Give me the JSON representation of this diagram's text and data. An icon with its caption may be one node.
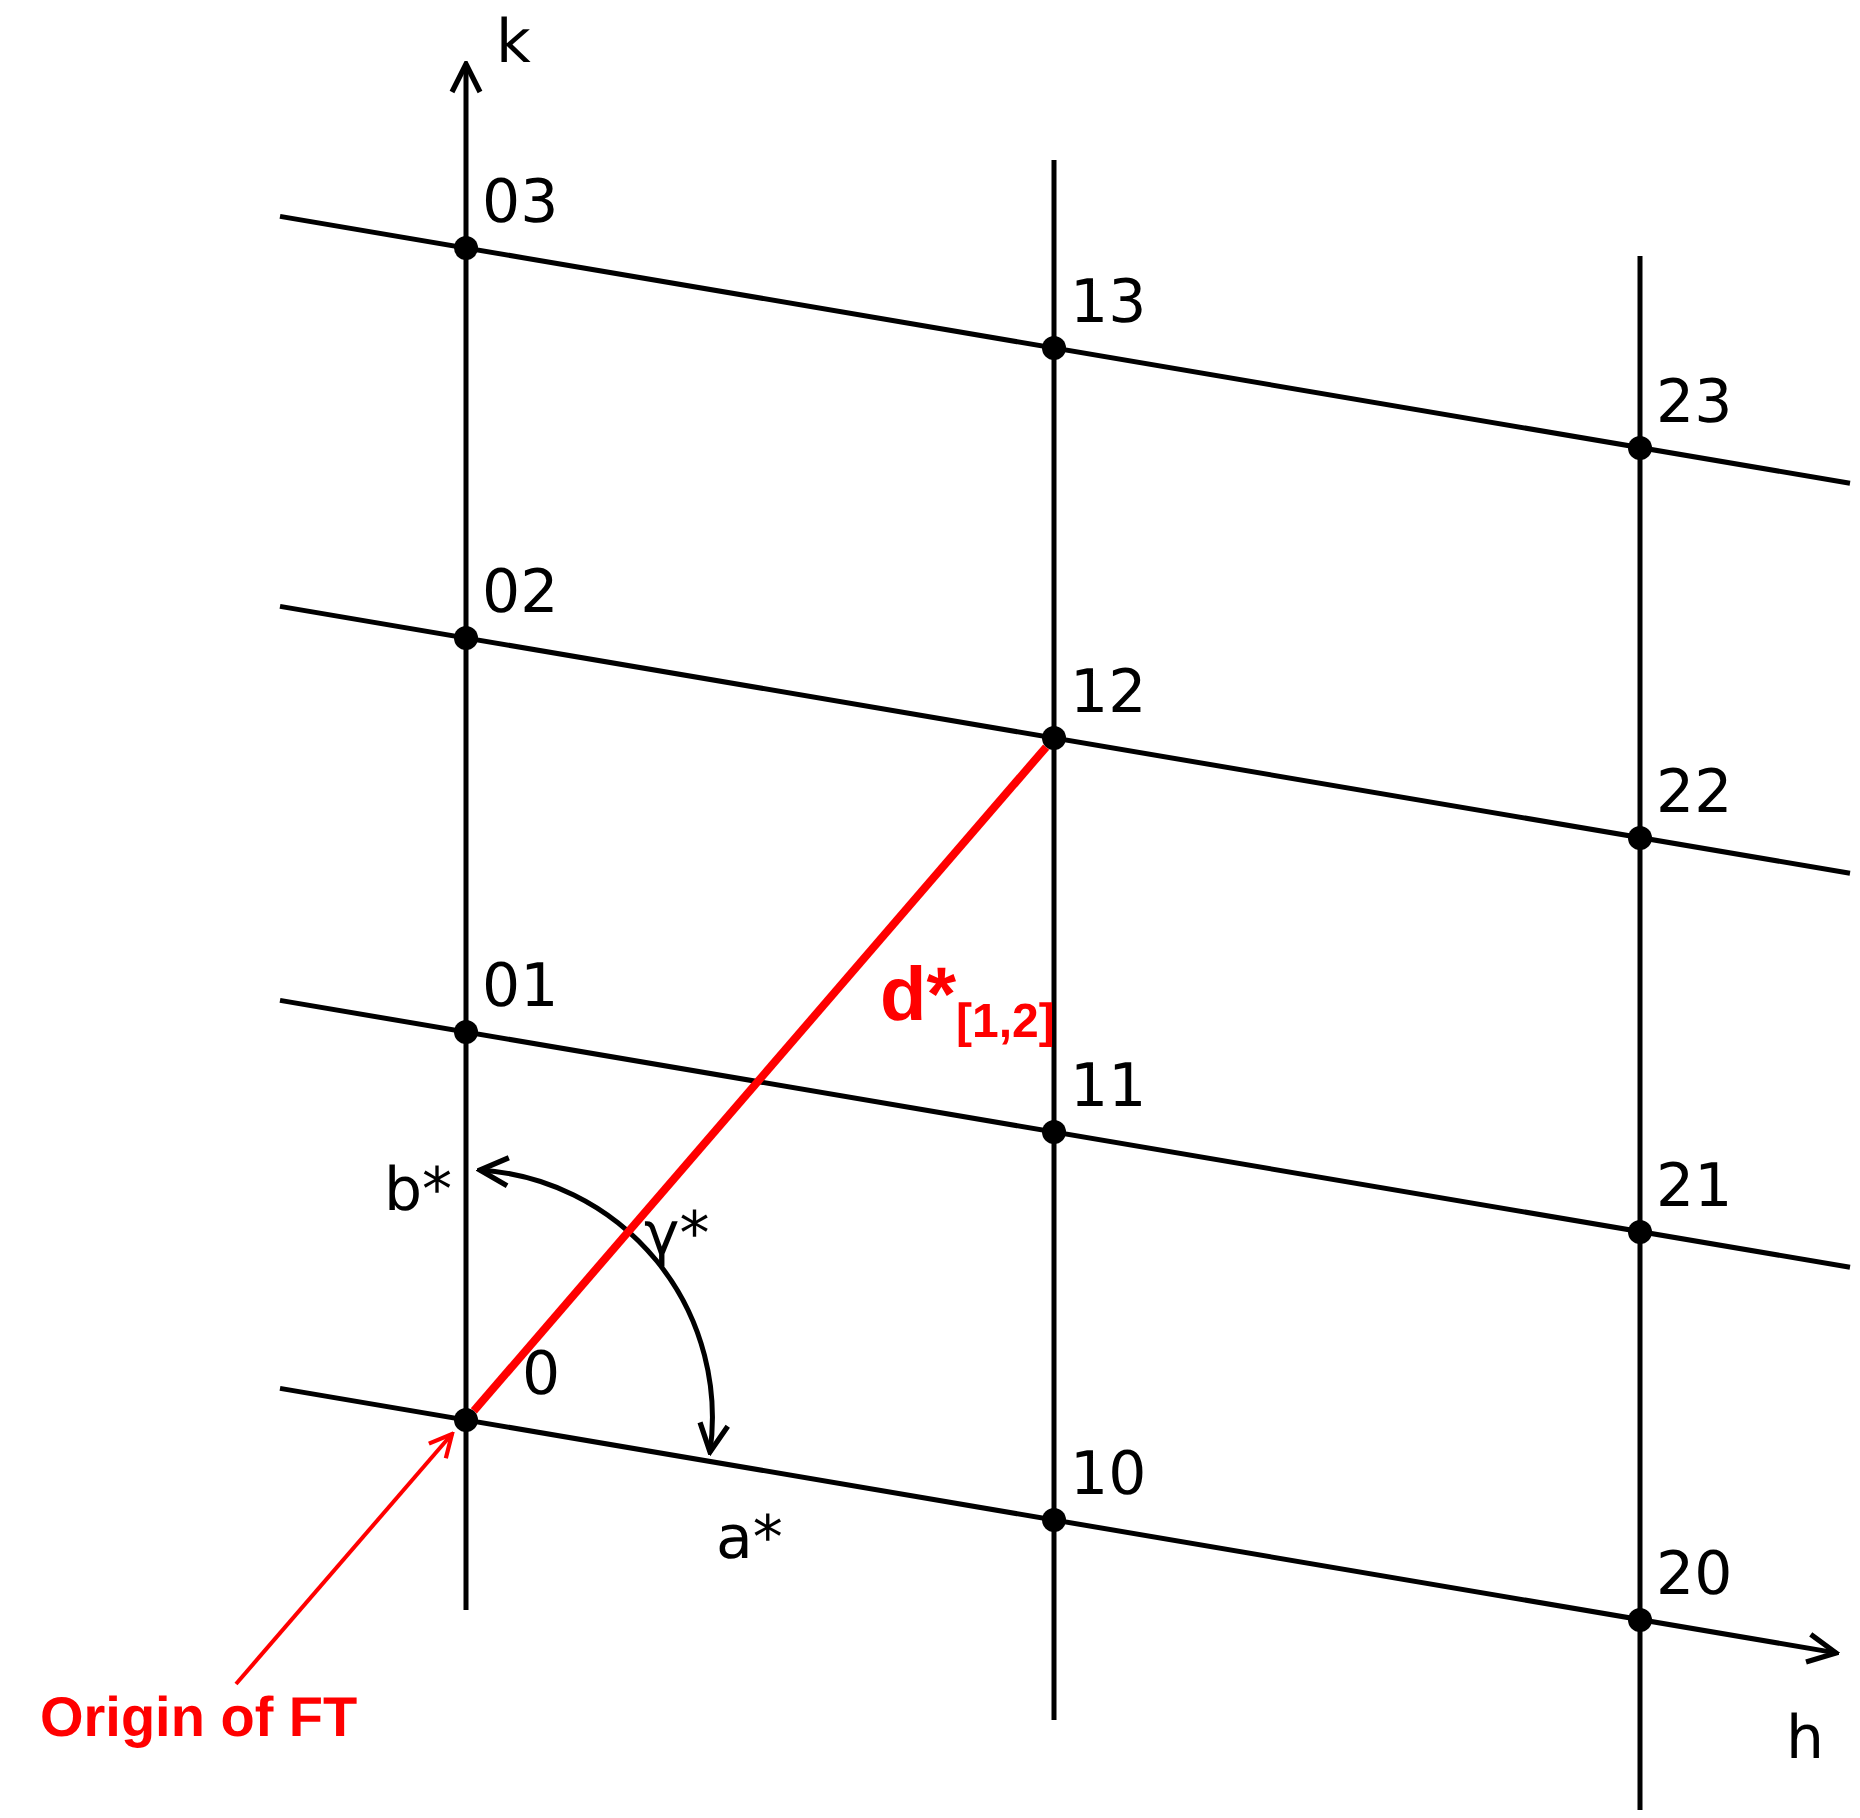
{
  "diagram": {
    "nodes": [
      {
        "text": [
          "03"
        ]
      },
      {
        "text": [
          "13"
        ]
      },
      {
        "text": [
          "23"
        ]
      },
      {
        "text": [
          "02"
        ]
      },
      {
        "text": [
          "12"
        ]
      },
      {
        "text": [
          "22"
        ]
      },
      {
        "text": [
          "01"
        ]
      },
      {
        "text": [
          "11"
        ]
      },
      {
        "text": [
          "21"
        ]
      },
      {
        "text": [
          "0"
        ]
      },
      {
        "text": [
          "10"
        ]
      },
      {
        "text": [
          "20"
        ]
      },
      {
        "text": [
          "Origin of FT"
        ]
      }
    ],
    "edges": [
      {
        "from": 9,
        "to": 4,
        "arrow": "none",
        "label": "d*$_{[1,2]}$",
        "style": "thick",
        "color": "#ff0000"
      },
      {
        "from": 12,
        "to": 9,
        "arrow": "to",
        "color": "#ff0000"
      }
    ],
    "labels": [
      "k",
      "b*",
      "γ*",
      "a*",
      "h"
    ]
  }
}
